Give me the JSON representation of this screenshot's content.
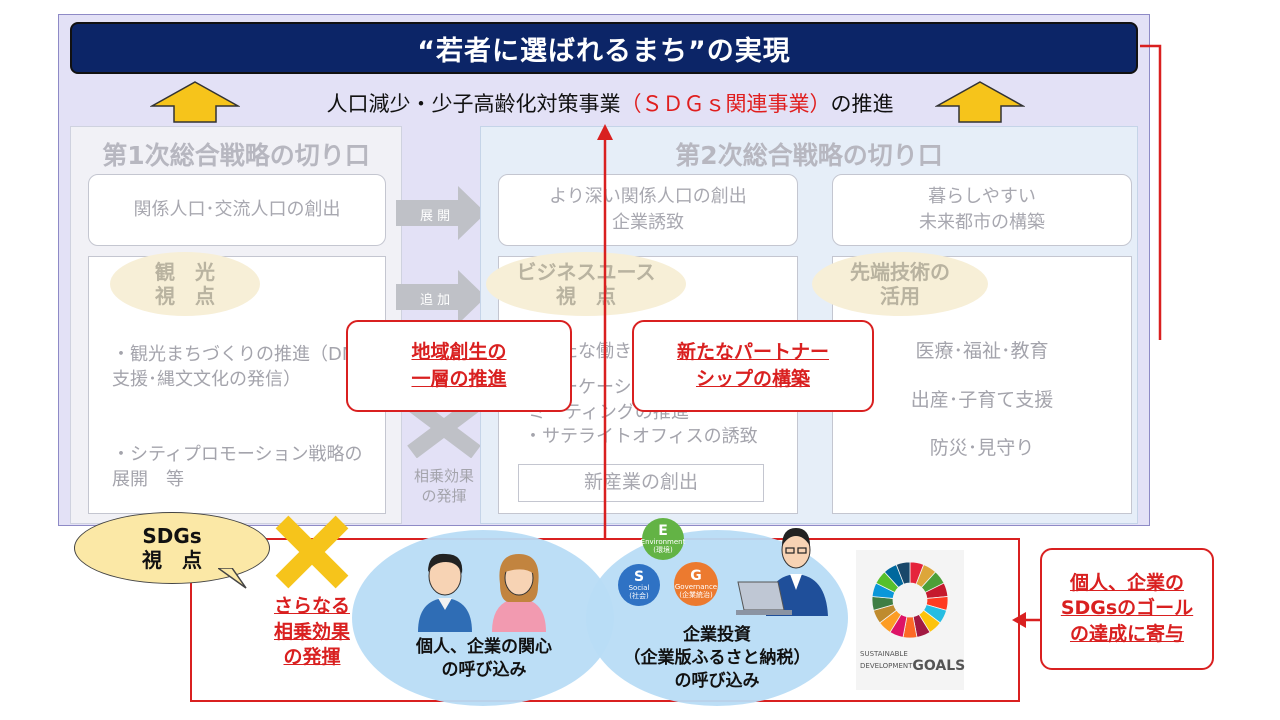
{
  "title": "“若者に選ばれるまち”の実現",
  "subtitle": {
    "pre": "人口減少・少子高齢化対策事業",
    "red": "（ＳＤＧｓ関連事業）",
    "post": "の推進"
  },
  "panel1": {
    "heading": "第1次総合戦略の切り口",
    "box": "関係人口･交流人口の創出",
    "ellipse": [
      "観　光",
      "視　点"
    ],
    "items": [
      "・観光まちづくりの推進（DMO支援･縄文文化の発信）",
      "・シティプロモーション戦略の展開　等"
    ]
  },
  "arrows": {
    "expand": "展 開",
    "add": "追 加",
    "synergy": [
      "相乗効果",
      "の発揮"
    ]
  },
  "panel2": {
    "heading": "第2次総合戦略の切り口",
    "box_a": [
      "より深い関係人口の創出",
      "企業誘致"
    ],
    "box_b": [
      "暮らしやすい",
      "未来都市の構築"
    ],
    "ellipse_biz": [
      "ビジネスユース",
      "視　点"
    ],
    "ellipse_tech": [
      "先端技術の",
      "活用"
    ],
    "biz_items": [
      "・新たな働き方",
      "・ワーケーション・",
      "ミーティングの推進",
      "・サテライトオフィスの誘致"
    ],
    "new_industry": "新産業の創出",
    "tech_items": [
      "医療･福祉･教育",
      "出産･子育て支援",
      "防災･見守り"
    ]
  },
  "red_boxes": {
    "regional": [
      "地域創生の",
      "一層の推進"
    ],
    "partner": [
      "新たなパートナー",
      "シップの構築"
    ]
  },
  "sdgs_bubble": [
    "SDGs",
    "視　点"
  ],
  "synergy_label": [
    "さらなる",
    "相乗効果",
    "の発揮"
  ],
  "circle_left": [
    "個人、企業の関心",
    "の呼び込み"
  ],
  "circle_right": [
    "企業投資",
    "（企業版ふるさと納税）",
    "の呼び込み"
  ],
  "esg": {
    "e": {
      "letter": "E",
      "sub": "Environment",
      "jp": "(環境)"
    },
    "s": {
      "letter": "S",
      "sub": "Social",
      "jp": "(社会)"
    },
    "g": {
      "letter": "G",
      "sub": "Governance",
      "jp": "(企業統治)"
    }
  },
  "sdgs_logo": [
    "SUSTAINABLE",
    "DEVELOPMENT",
    "GOALS"
  ],
  "right_box": [
    "個人、企業の",
    "SDGsのゴール",
    "の達成に寄与"
  ],
  "colors": {
    "title_bg": "#0c2567",
    "accent_red": "#d92020",
    "arrow_yellow": "#f6c41b",
    "frame_purple": "#e3e1f6",
    "circle_blue": "#b8dcf5"
  }
}
